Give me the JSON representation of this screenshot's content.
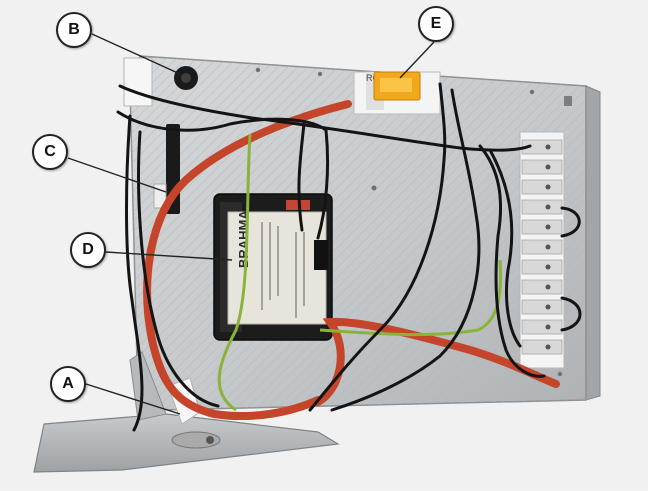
{
  "callouts": {
    "a": "A",
    "b": "B",
    "c": "C",
    "d": "D",
    "e": "E"
  },
  "controller_brand": "BRAHMA",
  "relay_text": "RC",
  "colors": {
    "background": "#f2f2f2",
    "panel": "#c9ccce",
    "controller_body": "#1a1a1a",
    "controller_label": "#e7e4dc",
    "ignition_cable": "#c4452a",
    "relay": "#f2a81d",
    "ground_wire": "#8ab33a",
    "wiring": "#141414",
    "terminal_block": "#f4f4f4"
  }
}
